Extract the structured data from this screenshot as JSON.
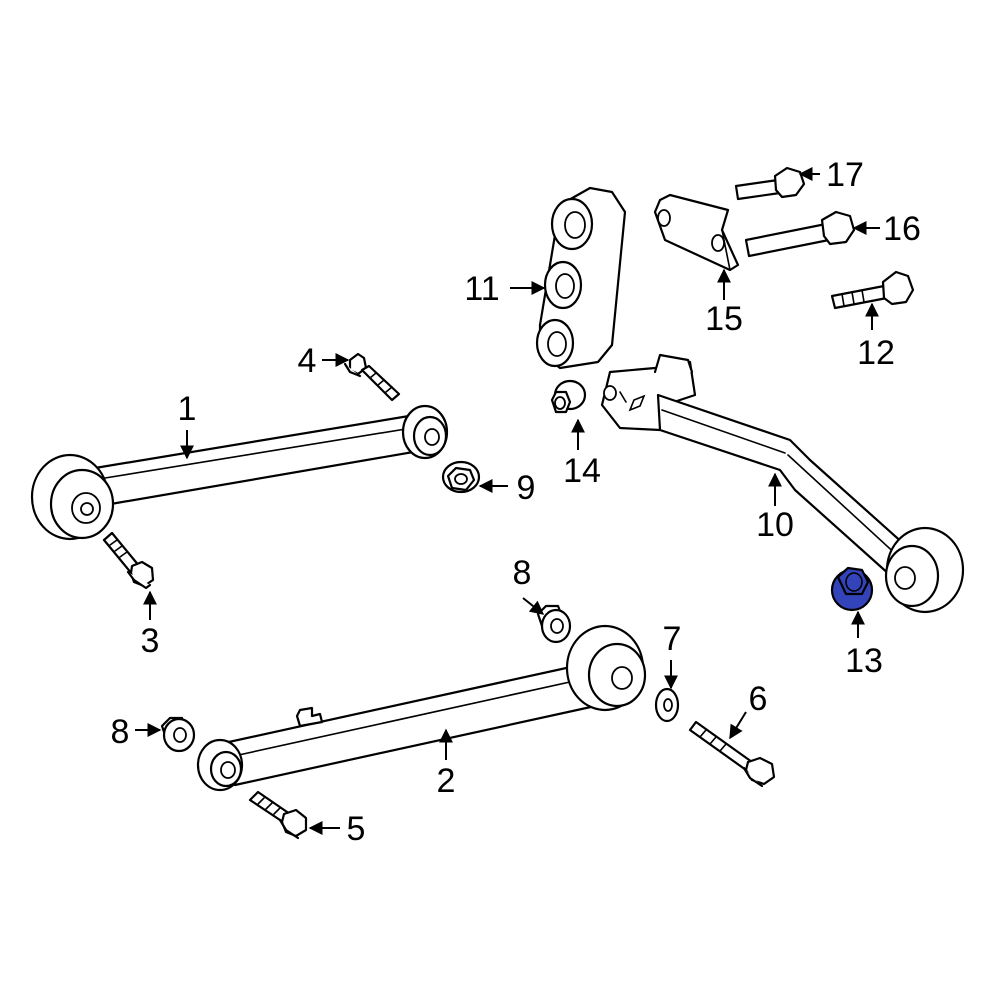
{
  "diagram": {
    "highlight_color": "#3344bb",
    "highlighted_part": "13",
    "callouts": [
      {
        "id": "c1",
        "label": "1"
      },
      {
        "id": "c2",
        "label": "2"
      },
      {
        "id": "c3",
        "label": "3"
      },
      {
        "id": "c4",
        "label": "4"
      },
      {
        "id": "c5",
        "label": "5"
      },
      {
        "id": "c6",
        "label": "6"
      },
      {
        "id": "c7",
        "label": "7"
      },
      {
        "id": "c8a",
        "label": "8"
      },
      {
        "id": "c8b",
        "label": "8"
      },
      {
        "id": "c9",
        "label": "9"
      },
      {
        "id": "c10",
        "label": "10"
      },
      {
        "id": "c11",
        "label": "11"
      },
      {
        "id": "c12",
        "label": "12"
      },
      {
        "id": "c13",
        "label": "13"
      },
      {
        "id": "c14",
        "label": "14"
      },
      {
        "id": "c15",
        "label": "15"
      },
      {
        "id": "c16",
        "label": "16"
      },
      {
        "id": "c17",
        "label": "17"
      }
    ]
  }
}
